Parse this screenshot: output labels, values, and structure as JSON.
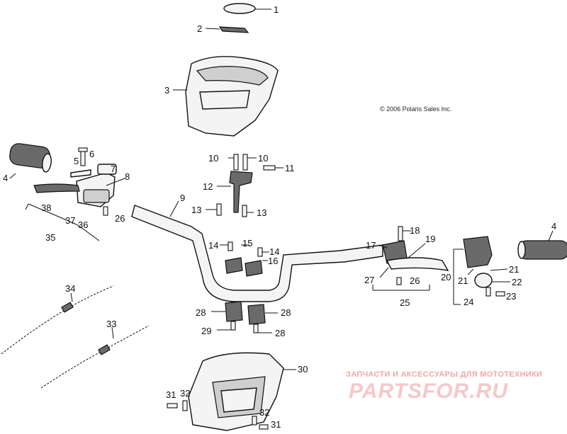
{
  "copyright": "© 2006 Polaris Sales Inc.",
  "watermark": {
    "tagline": "ЗАПЧАСТИ И АКСЕССУАРЫ ДЛЯ МОТОТЕХНИКИ",
    "logo": "PARTSFOR.RU"
  },
  "callouts": {
    "c1": "1",
    "c2": "2",
    "c3": "3",
    "c4a": "4",
    "c4b": "4",
    "c5": "5",
    "c6": "6",
    "c7": "7",
    "c8": "8",
    "c9": "9",
    "c10a": "10",
    "c10b": "10",
    "c11": "11",
    "c12": "12",
    "c13a": "13",
    "c13b": "13",
    "c14a": "14",
    "c14b": "14",
    "c15": "15",
    "c16": "16",
    "c17": "17",
    "c18": "18",
    "c19": "19",
    "c20": "20",
    "c21a": "21",
    "c21b": "21",
    "c22": "22",
    "c23": "23",
    "c24": "24",
    "c25": "25",
    "c26a": "26",
    "c26b": "26",
    "c27": "27",
    "c28a": "28",
    "c28b": "28",
    "c29": "29",
    "c29b": "28",
    "c30": "30",
    "c31a": "31",
    "c31b": "31",
    "c32a": "32",
    "c32b": "32",
    "c33": "33",
    "c34": "34",
    "c35": "35",
    "c36": "36",
    "c37": "37",
    "c38": "38"
  }
}
